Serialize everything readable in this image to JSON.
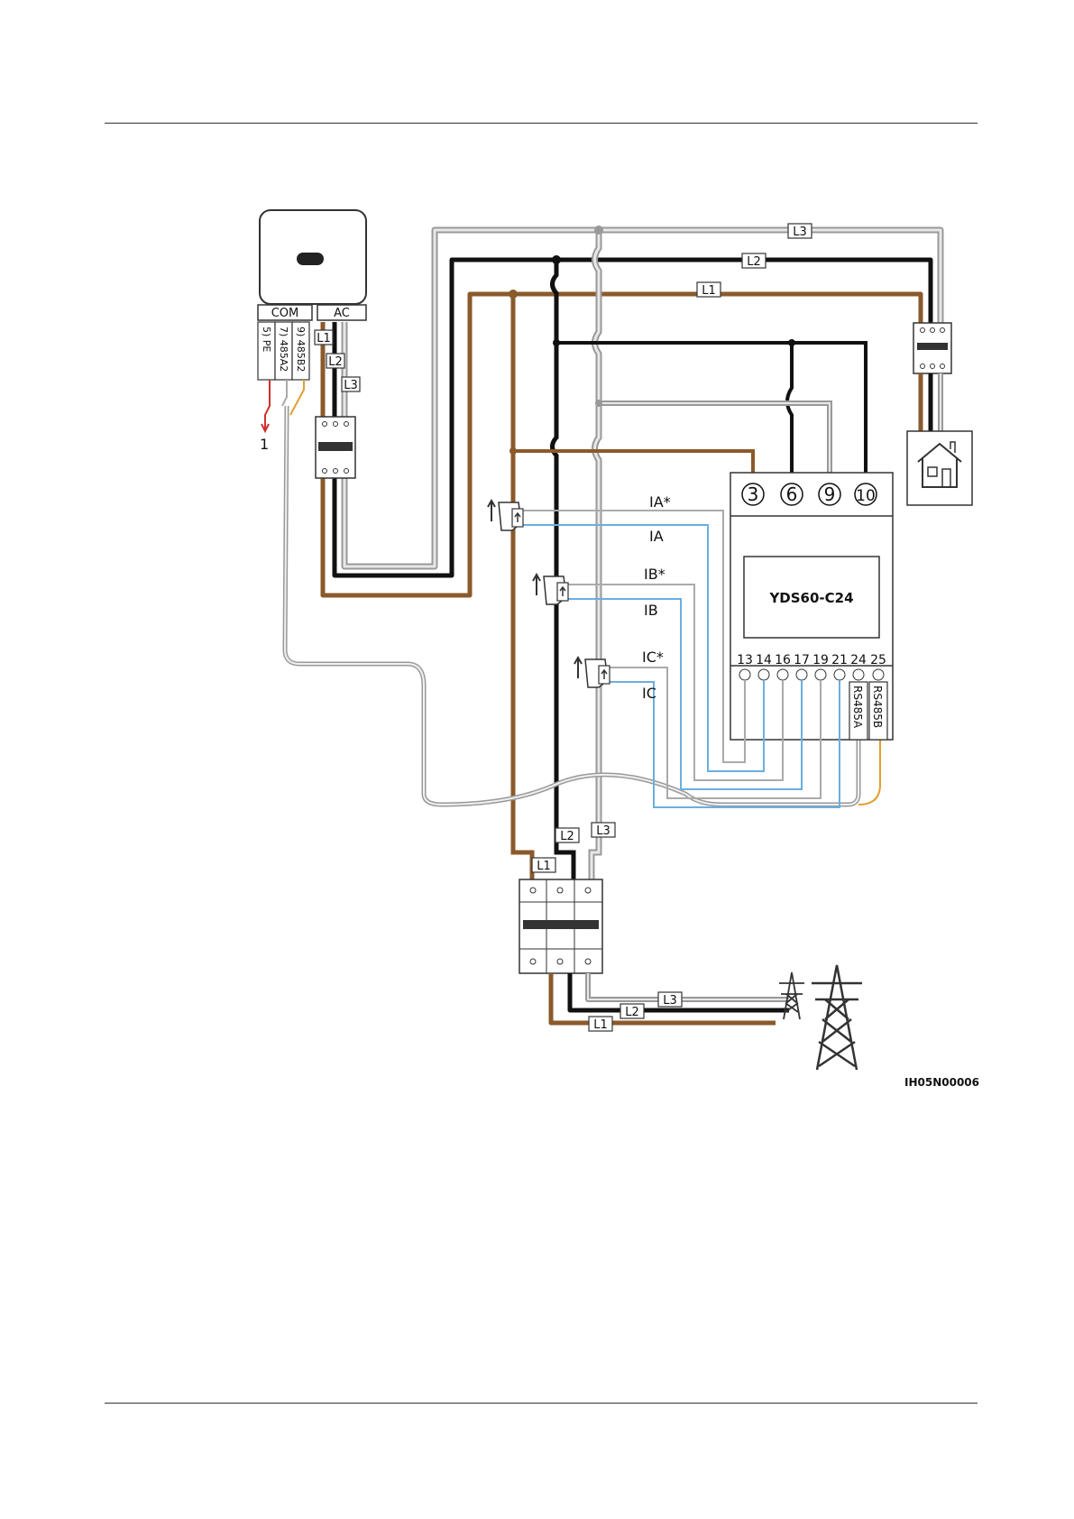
{
  "inverter": {
    "com_label": "COM",
    "ac_label": "AC",
    "pins": [
      "5) PE",
      "7) 485A2",
      "9) 485B2"
    ],
    "pe_callout": "1"
  },
  "line_labels": {
    "l1": "L1",
    "l2": "L2",
    "l3": "L3"
  },
  "meter": {
    "model": "YDS60-C24",
    "top_terminals": [
      "3",
      "6",
      "9",
      "10"
    ],
    "bottom_terminals": [
      "13",
      "14",
      "16",
      "17",
      "19",
      "21",
      "24",
      "25"
    ],
    "rs485a": "RS485A",
    "rs485b": "RS485B"
  },
  "ct_labels": {
    "ia_star": "IA*",
    "ia": "IA",
    "ib_star": "IB*",
    "ib": "IB",
    "ic_star": "IC*",
    "ic": "IC"
  },
  "figure_id": "IH05N00006",
  "colors": {
    "l1": "#8b5a2b",
    "l2": "#111111",
    "l3": "#b8b8b8",
    "ct": "#6aaee0",
    "rs485b": "#e0a030",
    "pe": "#d23030"
  }
}
